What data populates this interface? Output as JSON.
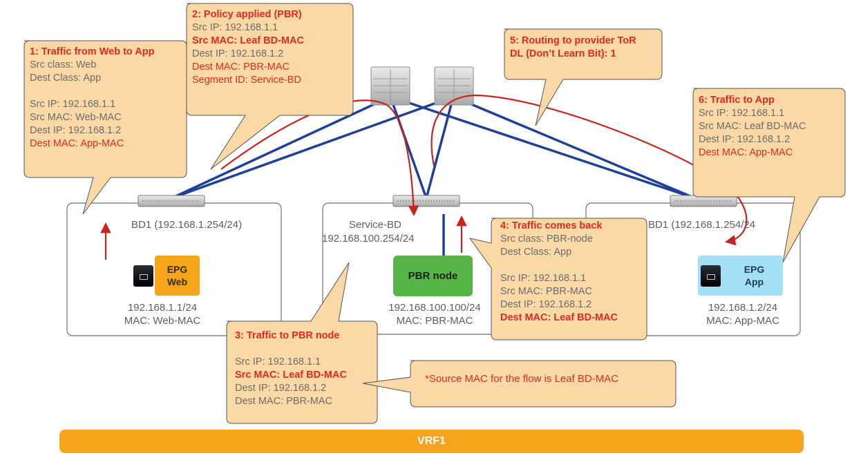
{
  "colors": {
    "callout_fill": "#fbd9a6",
    "callout_border": "#555555",
    "highlight_red": "#e02a1f",
    "link_blue": "#1f3f9c",
    "flow_red": "#c8231f",
    "vrf_orange": "#f6a51a",
    "pbr_green": "#57b547",
    "epg_web": "#f6a51a",
    "epg_app": "#a3dff6"
  },
  "icons": [
    "spine-switch-icon",
    "leaf-switch-icon",
    "server-icon",
    "flow-arrow-icon"
  ],
  "callouts": {
    "c1": {
      "title": "1: Traffic from Web to App",
      "src_class": "Src class: Web",
      "dest_class": "Dest Class: App",
      "src_ip": "Src IP: 192.168.1.1",
      "src_mac": "Src MAC: Web-MAC",
      "dest_ip": "Dest IP: 192.168.1.2",
      "dest_mac": "Dest MAC: App-MAC"
    },
    "c2": {
      "title": "2: Policy applied (PBR)",
      "src_ip": "Src IP: 192.168.1.1",
      "src_mac": "Src MAC: Leaf BD-MAC",
      "dest_ip": "Dest IP: 192.168.1.2",
      "dest_mac": "Dest MAC: PBR-MAC",
      "segment": "Segment ID: Service-BD"
    },
    "c3": {
      "title": "3: Traffic to PBR node",
      "src_ip": "Src IP: 192.168.1.1",
      "src_mac": "Src MAC: Leaf BD-MAC",
      "dest_ip": "Dest IP: 192.168.1.2",
      "dest_mac": "Dest MAC: PBR-MAC"
    },
    "c4": {
      "title": "4: Traffic comes back",
      "src_class": "Src class: PBR-node",
      "dest_class": "Dest Class: App",
      "src_ip": "Src IP: 192.168.1.1",
      "src_mac": "Src MAC: PBR-MAC",
      "dest_ip": "Dest IP: 192.168.1.2",
      "dest_mac": "Dest MAC: Leaf BD-MAC"
    },
    "c5": {
      "line1": "5: Routing to provider ToR",
      "line2": "DL (Don’t Learn Bit): 1"
    },
    "c6": {
      "title": "6: Traffic to App",
      "src_ip": "Src IP: 192.168.1.1",
      "src_mac": "Src MAC: Leaf BD-MAC",
      "dest_ip": "Dest IP: 192.168.1.2",
      "dest_mac": "Dest MAC: App-MAC"
    }
  },
  "bds": {
    "left": {
      "name": "BD1 (192.168.1.254/24)"
    },
    "middle": {
      "name": "Service-BD",
      "subnet": "192.168.100.254/24"
    },
    "right": {
      "name": "BD1 (192.168.1.254/24"
    }
  },
  "endpoints": {
    "web": {
      "epg": "EPG",
      "name": "Web",
      "ip": "192.168.1.1/24",
      "mac": "MAC: Web-MAC"
    },
    "pbr": {
      "name": "PBR node",
      "ip": "192.168.100.100/24",
      "mac": "MAC: PBR-MAC"
    },
    "app": {
      "epg": "EPG",
      "name": "App",
      "ip": "192.168.1.2/24",
      "mac": "MAC: App-MAC"
    }
  },
  "note": "*Source MAC for the flow is Leaf BD-MAC",
  "vrf": "VRF1"
}
